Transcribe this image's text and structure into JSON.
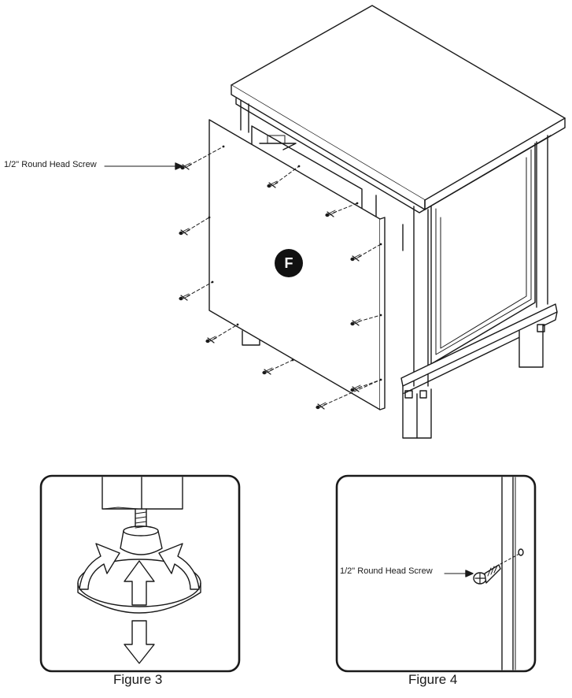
{
  "main_diagram": {
    "callout_label": "1/2\" Round Head Screw",
    "panel_letter": "F"
  },
  "figure3": {
    "caption": "Figure 3"
  },
  "figure4": {
    "callout_label": "1/2\" Round Head Screw",
    "caption": "Figure 4"
  }
}
